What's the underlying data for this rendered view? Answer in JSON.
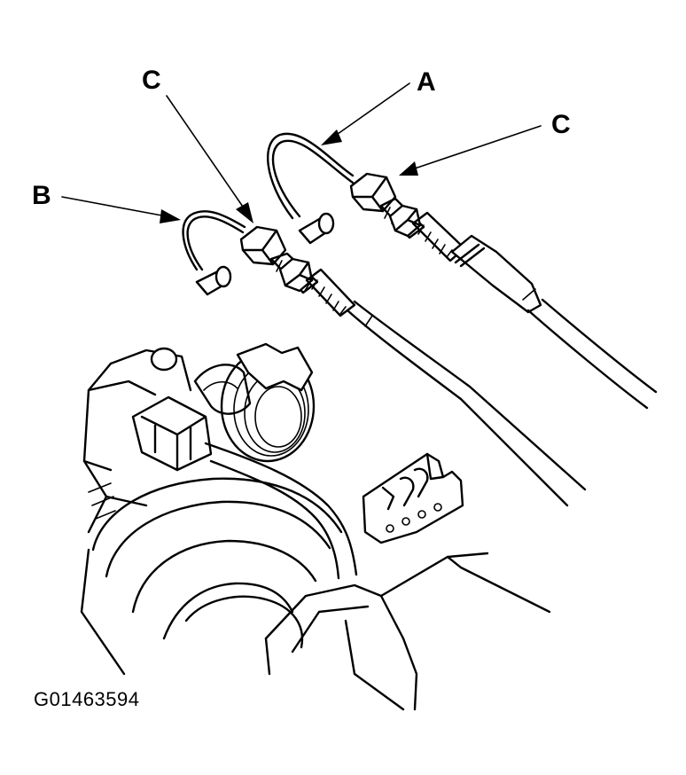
{
  "callouts": {
    "a": "A",
    "b": "B",
    "c_left": "C",
    "c_right": "C"
  },
  "figure_id": "G01463594",
  "colors": {
    "ink": "#000000",
    "paper": "#ffffff"
  }
}
